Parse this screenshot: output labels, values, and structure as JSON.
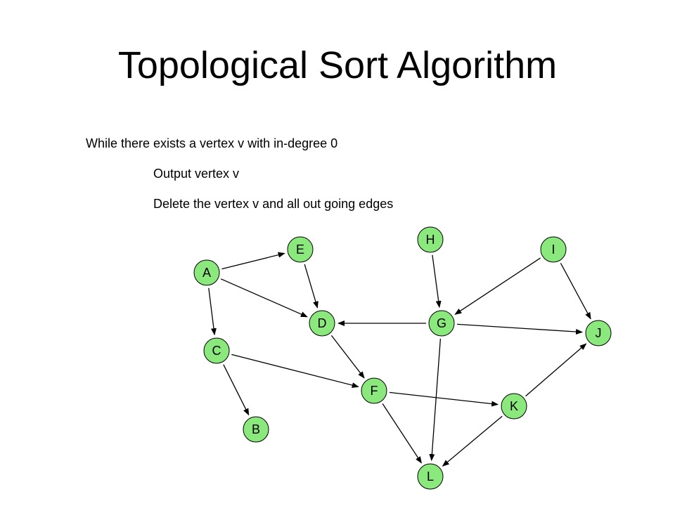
{
  "title": "Topological Sort Algorithm",
  "algorithm": {
    "lines": [
      "While there exists a vertex v with in-degree 0",
      "Output vertex v",
      "Delete the vertex v and all out going edges"
    ]
  },
  "graph": {
    "node_color": "#8BE87D",
    "edge_color": "#000000",
    "nodes": [
      {
        "id": "A",
        "label": "A"
      },
      {
        "id": "B",
        "label": "B"
      },
      {
        "id": "C",
        "label": "C"
      },
      {
        "id": "D",
        "label": "D"
      },
      {
        "id": "E",
        "label": "E"
      },
      {
        "id": "F",
        "label": "F"
      },
      {
        "id": "G",
        "label": "G"
      },
      {
        "id": "H",
        "label": "H"
      },
      {
        "id": "I",
        "label": "I"
      },
      {
        "id": "J",
        "label": "J"
      },
      {
        "id": "K",
        "label": "K"
      },
      {
        "id": "L",
        "label": "L"
      }
    ],
    "edges": [
      {
        "from": "A",
        "to": "E"
      },
      {
        "from": "A",
        "to": "D"
      },
      {
        "from": "A",
        "to": "C"
      },
      {
        "from": "E",
        "to": "D"
      },
      {
        "from": "H",
        "to": "G"
      },
      {
        "from": "I",
        "to": "G"
      },
      {
        "from": "I",
        "to": "J"
      },
      {
        "from": "G",
        "to": "D"
      },
      {
        "from": "G",
        "to": "J"
      },
      {
        "from": "G",
        "to": "L"
      },
      {
        "from": "D",
        "to": "F"
      },
      {
        "from": "C",
        "to": "F"
      },
      {
        "from": "C",
        "to": "B"
      },
      {
        "from": "F",
        "to": "K"
      },
      {
        "from": "F",
        "to": "L"
      },
      {
        "from": "K",
        "to": "J"
      },
      {
        "from": "K",
        "to": "L"
      }
    ]
  }
}
